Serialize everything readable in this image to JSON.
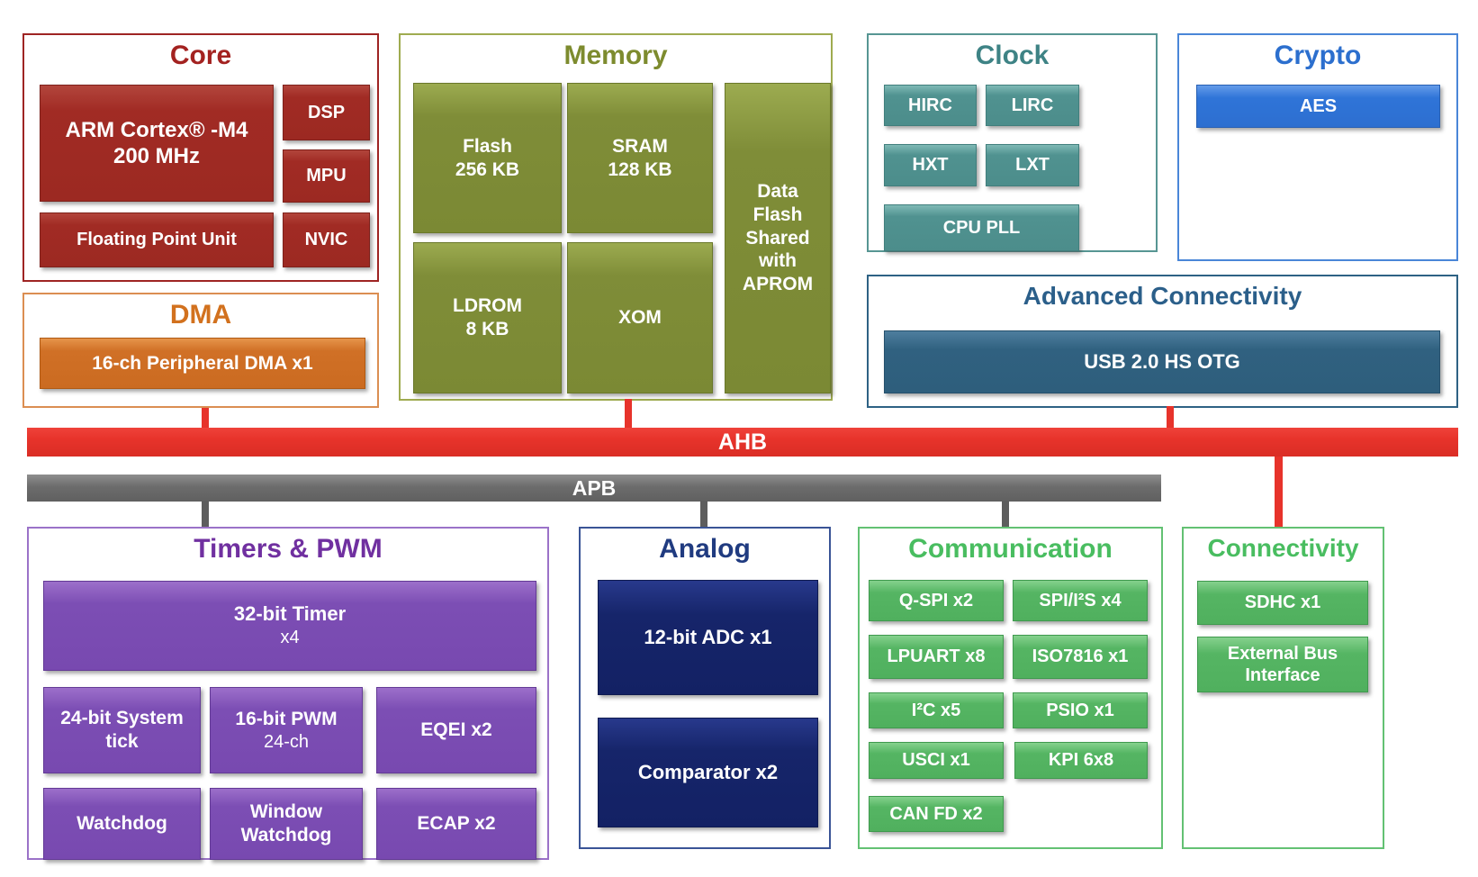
{
  "buses": {
    "ahb": "AHB",
    "apb": "APB"
  },
  "sections": {
    "core": {
      "title": "Core",
      "cpu_line1": "ARM Cortex® -M4",
      "cpu_line2": "200 MHz",
      "dsp": "DSP",
      "mpu": "MPU",
      "fpu": "Floating Point Unit",
      "nvic": "NVIC"
    },
    "dma": {
      "title": "DMA",
      "pdma": "16-ch Peripheral DMA x1"
    },
    "memory": {
      "title": "Memory",
      "flash_line1": "Flash",
      "flash_line2": "256 KB",
      "sram_line1": "SRAM",
      "sram_line2": "128 KB",
      "dataflash": "Data Flash Shared with APROM",
      "ldrom_line1": "LDROM",
      "ldrom_line2": "8 KB",
      "xom": "XOM"
    },
    "clock": {
      "title": "Clock",
      "items": [
        "HIRC",
        "LIRC",
        "HXT",
        "LXT"
      ],
      "pll": "CPU PLL"
    },
    "crypto": {
      "title": "Crypto",
      "aes": "AES"
    },
    "advconn": {
      "title": "Advanced Connectivity",
      "usb": "USB 2.0 HS OTG"
    },
    "timers": {
      "title": "Timers & PWM",
      "timer32_line1": "32-bit Timer",
      "timer32_line2": "x4",
      "systick_line1": "24-bit System",
      "systick_line2": "tick",
      "pwm_line1": "16-bit PWM",
      "pwm_line2": "24-ch",
      "eqei": "EQEI x2",
      "watchdog": "Watchdog",
      "wwdt_line1": "Window",
      "wwdt_line2": "Watchdog",
      "ecap": "ECAP x2"
    },
    "analog": {
      "title": "Analog",
      "adc": "12-bit ADC x1",
      "comparator": "Comparator x2"
    },
    "comm": {
      "title": "Communication",
      "items": [
        "Q-SPI x2",
        "SPI/I²S x4",
        "LPUART x8",
        "ISO7816 x1",
        "I²C x5",
        "PSIO x1",
        "USCI x1",
        "KPI 6x8",
        "CAN FD x2"
      ]
    },
    "conn": {
      "title": "Connectivity",
      "sdhc": "SDHC x1",
      "ebi_line1": "External Bus",
      "ebi_line2": "Interface"
    }
  },
  "colors": {
    "core_red": "#9c2922",
    "dma_orange": "#cb6b21",
    "memory_olive": "#7b8934",
    "clock_teal": "#4c8d8b",
    "crypto_blue": "#2d6fd0",
    "usb_steel": "#2e5e7c",
    "timers_purple": "#7849b0",
    "analog_navy": "#132164",
    "comm_green": "#50b05e",
    "ahb_red": "#e7332b",
    "apb_gray": "#6c6c6c"
  }
}
